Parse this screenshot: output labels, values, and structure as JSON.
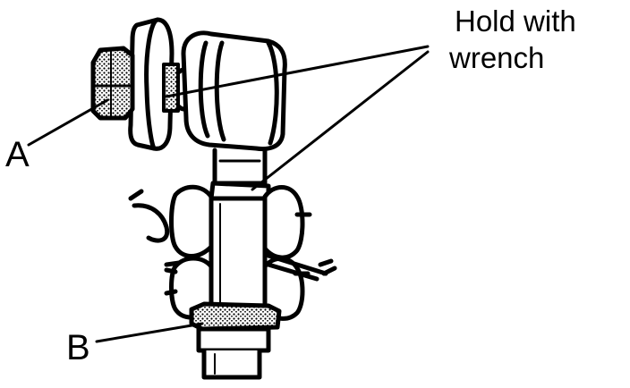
{
  "diagram": {
    "colors": {
      "ink": "#000000",
      "paper": "#ffffff",
      "shade": "#8a8a8a"
    },
    "note": {
      "line1": "Hold with",
      "line2": "wrench"
    },
    "callouts": {
      "a": "A",
      "b": "B"
    }
  }
}
